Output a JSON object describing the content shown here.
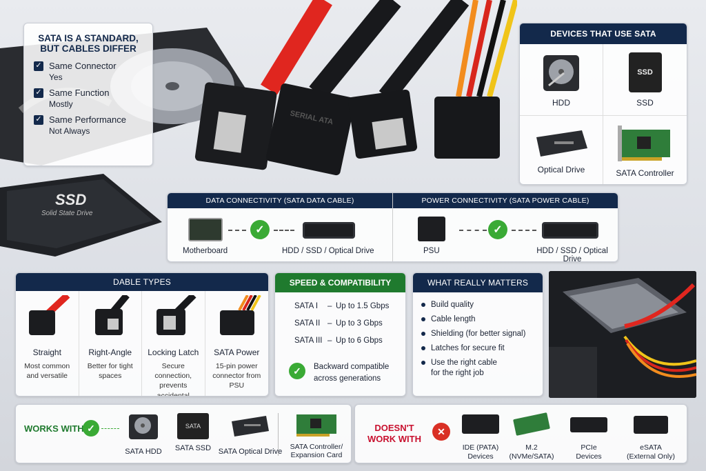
{
  "standard_box": {
    "title_line1": "SATA IS A STANDARD,",
    "title_line2": "BUT CABLES DIFFER",
    "items": [
      {
        "label": "Same Connector",
        "value": "Yes"
      },
      {
        "label": "Same Function",
        "value": "Mostly"
      },
      {
        "label": "Same Performance",
        "value": "Not Always"
      }
    ]
  },
  "cable_art": {
    "serial_label": "SERIAL ATA"
  },
  "ssd_art": {
    "label": "SSD",
    "sub": "Solid State Drive"
  },
  "devices": {
    "title": "DEVICES THAT USE SATA",
    "items": [
      {
        "label": "HDD"
      },
      {
        "label": "SSD",
        "badge": "SSD"
      },
      {
        "label": "Optical Drive"
      },
      {
        "label": "SATA Controller"
      }
    ]
  },
  "connectivity": {
    "data": {
      "title": "DATA CONNECTIVITY (SATA DATA CABLE)",
      "left": "Motherboard",
      "right": "HDD / SSD / Optical Drive"
    },
    "power": {
      "title": "POWER CONNECTIVITY (SATA POWER CABLE)",
      "left": "PSU",
      "right": "HDD / SSD / Optical Drive"
    }
  },
  "cable_types": {
    "title": "DABLE TYPES",
    "items": [
      {
        "name": "Straight",
        "desc": "Most common and versatile"
      },
      {
        "name": "Right-Angle",
        "desc": "Better for tight spaces"
      },
      {
        "name": "Locking Latch",
        "desc": "Secure connection, prevents accidental disconnects"
      },
      {
        "name": "SATA Power",
        "desc": "15-pin power connector from PSU"
      }
    ]
  },
  "speed": {
    "title": "SPEED & COMPATIBILITY",
    "rows": [
      {
        "gen": "SATA I",
        "sep": "–",
        "speed": "Up to 1.5 Gbps"
      },
      {
        "gen": "SATA II",
        "sep": "–",
        "speed": "Up to 3 Gbps"
      },
      {
        "gen": "SATA III",
        "sep": "–",
        "speed": "Up to 6 Gbps"
      }
    ],
    "compat_line1": "Backward compatible",
    "compat_line2": "across generations"
  },
  "matters": {
    "title": "WHAT REALLY MATTERS",
    "items": [
      "Build quality",
      "Cable length",
      "Shielding (for better signal)",
      "Latches for secure fit",
      "Use the right cable"
    ],
    "last_cont": "for the right job"
  },
  "works_with": {
    "label": "WORKS WITH",
    "items": [
      {
        "label": "SATA HDD"
      },
      {
        "label": "SATA SSD",
        "badge": "SATA"
      },
      {
        "label": "SATA Optical Drive"
      },
      {
        "label_line1": "SATA Controller/",
        "label_line2": "Expansion Card"
      }
    ]
  },
  "doesnt_work": {
    "label_line1": "DOESN'T",
    "label_line2": "WORK WITH",
    "items": [
      {
        "line1": "IDE (PATA)",
        "line2": "Devices"
      },
      {
        "line1": "M.2",
        "line2": "(NVMe/SATA)"
      },
      {
        "line1": "PCIe",
        "line2": "Devices"
      },
      {
        "line1": "eSATA",
        "line2": "(External Only)"
      }
    ]
  },
  "colors": {
    "navy": "#13294b",
    "green": "#1f7a2e",
    "green_check": "#3aaa35",
    "red": "#c8102e"
  }
}
